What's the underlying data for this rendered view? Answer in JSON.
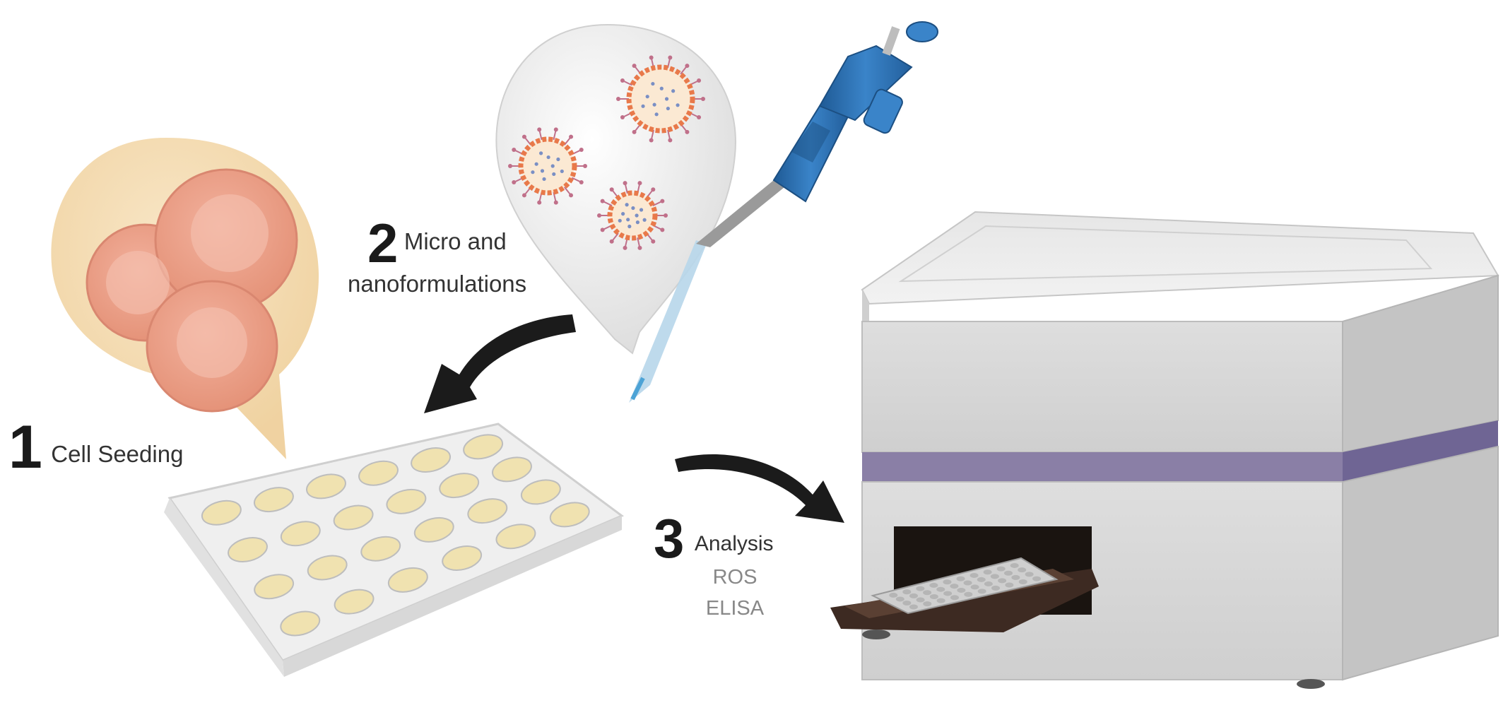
{
  "steps": [
    {
      "number": "1",
      "label": "Cell Seeding"
    },
    {
      "number": "2",
      "label_line1": "Micro and",
      "label_line2": "nanoformulations"
    },
    {
      "number": "3",
      "label": "Analysis",
      "methods": [
        "ROS",
        "ELISA"
      ]
    }
  ],
  "colors": {
    "arrow": "#1b1b1b",
    "cell": "#eea58f",
    "cell_bubble": "#f6ddb4",
    "nanoparticle_shell": "#e8794a",
    "pipette_blue": "#2d6fb0",
    "reader_body": "#d9d9d9",
    "reader_stripe": "#8a7fa6",
    "well_fill": "#f0e2b0"
  },
  "icons": [
    "cell-cluster-icon",
    "nanoparticle-icon",
    "pipette-icon",
    "well-plate-icon",
    "plate-reader-icon",
    "curved-arrow-icon"
  ]
}
